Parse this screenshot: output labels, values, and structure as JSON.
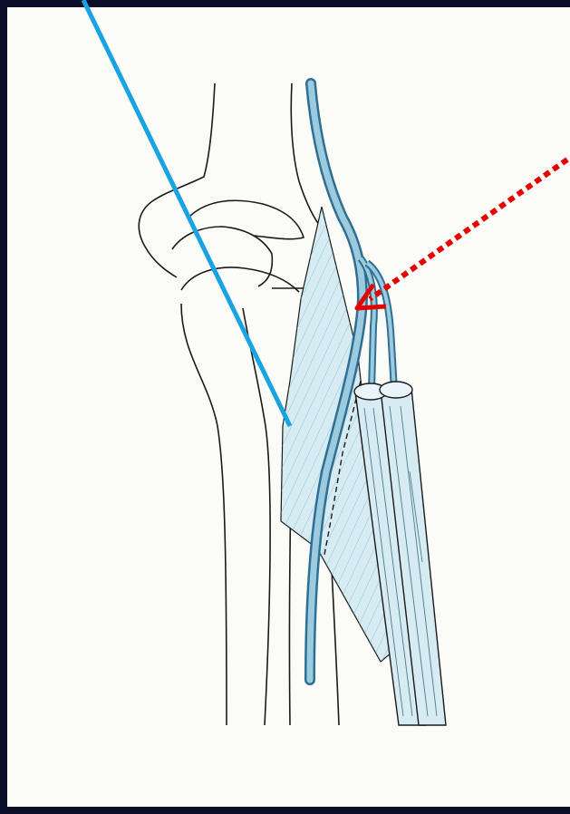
{
  "figure": {
    "kind": "anatomical-illustration",
    "subject": "forearm-elbow",
    "colors": {
      "frame": "#0a0f28",
      "background": "#fbfbf7",
      "outline": "#1a1a1a",
      "vessel_fill": "#9ccbe0",
      "vessel_stroke": "#2f6f93",
      "muscle_fill": "#d6ecf2",
      "pointer_line": "#19a3e3",
      "pointer_arrow": "#e60000"
    },
    "annotations": [
      {
        "id": "pointer-line",
        "style": "solid",
        "color": "#19a3e3"
      },
      {
        "id": "pointer-arrow",
        "style": "dotted",
        "color": "#e60000"
      }
    ]
  }
}
